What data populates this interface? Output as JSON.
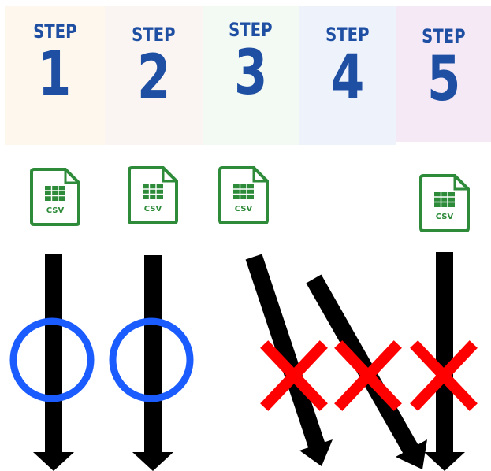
{
  "steps": [
    {
      "word": "STEP",
      "number": "1",
      "bg": "#fdf7ee"
    },
    {
      "word": "STEP",
      "number": "2",
      "bg": "#faf4f3"
    },
    {
      "word": "STEP",
      "number": "3",
      "bg": "#f3f9f3"
    },
    {
      "word": "STEP",
      "number": "4",
      "bg": "#eef3fb"
    },
    {
      "word": "STEP",
      "number": "5",
      "bg": "#f5e9f6"
    }
  ],
  "files": [
    {
      "label": "CSV"
    },
    {
      "label": "CSV"
    },
    {
      "label": "CSV"
    },
    {
      "label": "CSV"
    }
  ],
  "marks": {
    "ok_symbol": "circle",
    "ng_symbol": "cross"
  },
  "colors": {
    "step_text": "#1e4fa3",
    "file_green": "#2e8b3a",
    "circle_blue": "#1a5cff",
    "cross_red": "#ff0000",
    "arrow": "#000000"
  }
}
